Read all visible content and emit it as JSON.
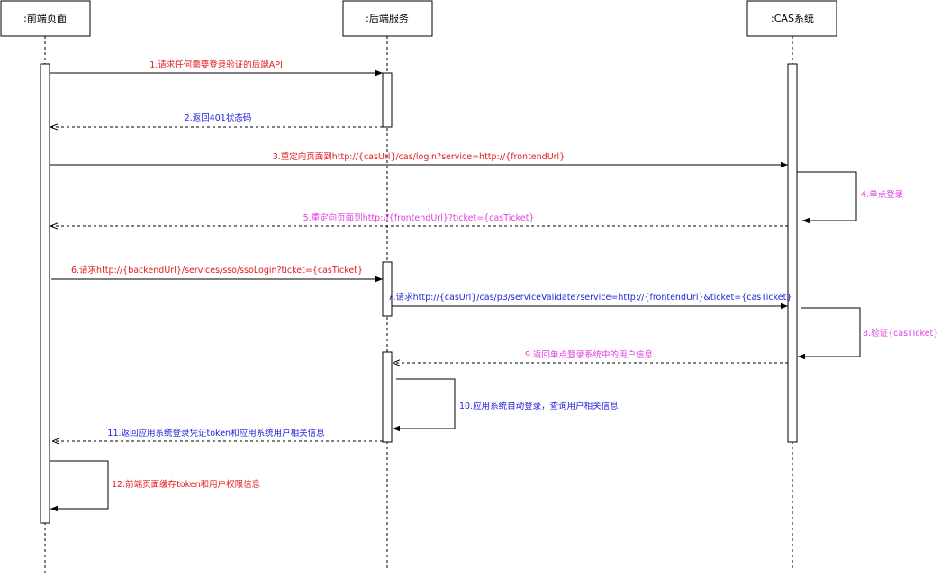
{
  "participants": [
    {
      "id": "frontend",
      "label": ":前端页面"
    },
    {
      "id": "backend",
      "label": ":后端服务"
    },
    {
      "id": "cas",
      "label": ":CAS系统"
    }
  ],
  "colors": {
    "red": "#e31a1c",
    "blue": "#1f1fd6",
    "magenta": "#e040e0",
    "line": "#000000"
  },
  "messages": [
    {
      "id": "m1",
      "label": "1.请求任何需要登录验证的后端API",
      "color": "red",
      "from": "frontend",
      "to": "backend",
      "style": "solid-sync"
    },
    {
      "id": "m2",
      "label": "2.返回401状态码",
      "color": "blue",
      "from": "backend",
      "to": "frontend",
      "style": "dashed-return"
    },
    {
      "id": "m3",
      "label": "3.重定向页面到http://{casUrl}/cas/login?service=http://{frontendUrl}",
      "color": "red",
      "from": "frontend",
      "to": "cas",
      "style": "solid-sync"
    },
    {
      "id": "m4",
      "label": "4.单点登录",
      "color": "magenta",
      "from": "cas",
      "to": "cas",
      "style": "self"
    },
    {
      "id": "m5",
      "label": "5.重定向页面到http://{frontendUrl}?ticket={casTicket}",
      "color": "magenta",
      "from": "cas",
      "to": "frontend",
      "style": "dashed-return"
    },
    {
      "id": "m6",
      "label": "6.请求http://{backendUrl}/services/sso/ssoLogin?ticket={casTicket}",
      "color": "red",
      "from": "frontend",
      "to": "backend",
      "style": "solid-sync"
    },
    {
      "id": "m7",
      "label": "7.请求http://{casUrl}/cas/p3/serviceValidate?service=http://{frontendUrl}&ticket={casTicket}",
      "color": "blue",
      "from": "backend",
      "to": "cas",
      "style": "solid-sync"
    },
    {
      "id": "m8",
      "label": "8.验证{casTicket}",
      "color": "magenta",
      "from": "cas",
      "to": "cas",
      "style": "self"
    },
    {
      "id": "m9",
      "label": "9.返回单点登录系统中的用户信息",
      "color": "magenta",
      "from": "cas",
      "to": "backend",
      "style": "dashed-return"
    },
    {
      "id": "m10",
      "label": "10.应用系统自动登录，查询用户相关信息",
      "color": "blue",
      "from": "backend",
      "to": "backend",
      "style": "self"
    },
    {
      "id": "m11",
      "label": "11.返回应用系统登录凭证token和应用系统用户相关信息",
      "color": "blue",
      "from": "backend",
      "to": "frontend",
      "style": "dashed-return"
    },
    {
      "id": "m12",
      "label": "12.前端页面缓存token和用户权限信息",
      "color": "red",
      "from": "frontend",
      "to": "frontend",
      "style": "self"
    }
  ]
}
